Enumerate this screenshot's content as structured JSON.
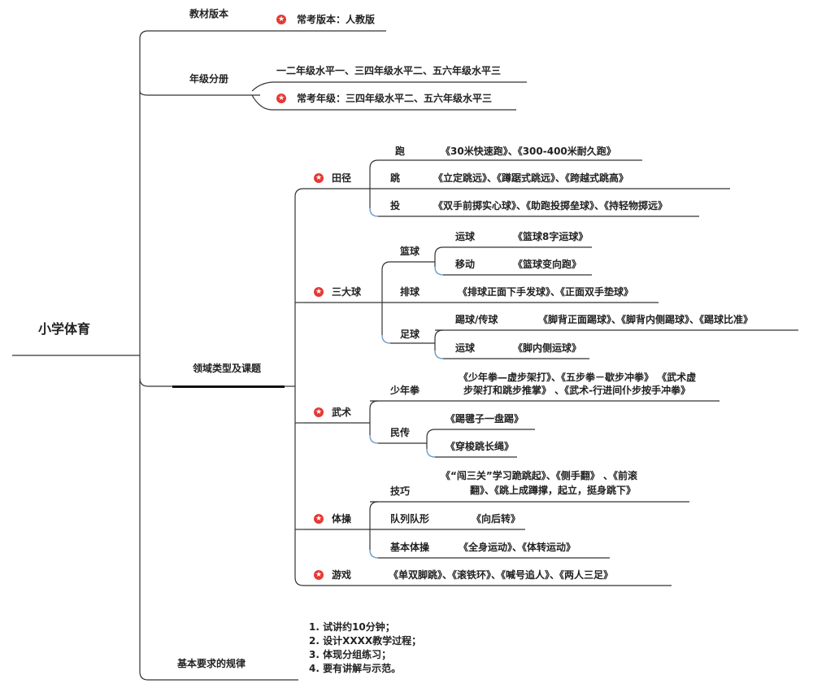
{
  "root": "小学体育",
  "textbook": {
    "label": "教材版本",
    "item": "常考版本：人教版"
  },
  "grade": {
    "label": "年级分册",
    "item1": "一二年级水平一、三四年级水平二、五六年级水平三",
    "item2": "常考年级：三四年级水平二、五六年级水平三"
  },
  "domain": {
    "label": "领域类型及课题"
  },
  "track": {
    "label": "田径",
    "run": "跑",
    "run_items": "《30米快速跑》、《300-400米耐久跑》",
    "jump": "跳",
    "jump_items": "《立定跳远》、《蹲踞式跳远》、《跨越式跳高》",
    "throw": "投",
    "throw_items": "《双手前掷实心球》、《助跑投掷垒球》、《持轻物掷远》"
  },
  "balls": {
    "label": "三大球",
    "basketball": "篮球",
    "bb_dribble": "运球",
    "bb_dribble_items": "《篮球8字运球》",
    "bb_move": "移动",
    "bb_move_items": "《篮球变向跑》",
    "volleyball": "排球",
    "vb_items": "《排球正面下手发球》、《正面双手垫球》",
    "football": "足球",
    "fb_kick": "踢球/传球",
    "fb_kick_items": "《脚背正面踢球》、《脚背内侧踢球》、《踢球比准》",
    "fb_dribble": "运球",
    "fb_dribble_items": "《脚内侧运球》"
  },
  "wushu": {
    "label": "武术",
    "youth": "少年拳",
    "youth_line1": "《少年拳—虚步架打》、《五步拳－歇步冲拳》 《武术虚",
    "youth_line2": "步架打和跳步推掌》 、《武术-行进间仆步按手冲拳》",
    "folk": "民传",
    "folk_item1": "《踢毽子一盘踢》",
    "folk_item2": "《穿梭跳长绳》"
  },
  "gym": {
    "label": "体操",
    "skill": "技巧",
    "skill_line1": "《“闯三关”学习跪跳起》、《侧手翻》 、《前滚",
    "skill_line2": "翻》、《跳上成蹲撑，起立，挺身跳下》",
    "formation": "队列队形",
    "formation_items": "《向后转》",
    "basic": "基本体操",
    "basic_items": "《全身运动》、《体转运动》"
  },
  "games": {
    "label": "游戏",
    "items": "《单双脚跳》、《滚铁环》、《喊号追人》、《两人三足》"
  },
  "rules": {
    "label": "基本要求的规律",
    "r1": "1. 试讲约10分钟；",
    "r2": "2. 设计XXXX教学过程；",
    "r3": "3. 体现分组练习；",
    "r4": "4. 要有讲解与示范。"
  }
}
